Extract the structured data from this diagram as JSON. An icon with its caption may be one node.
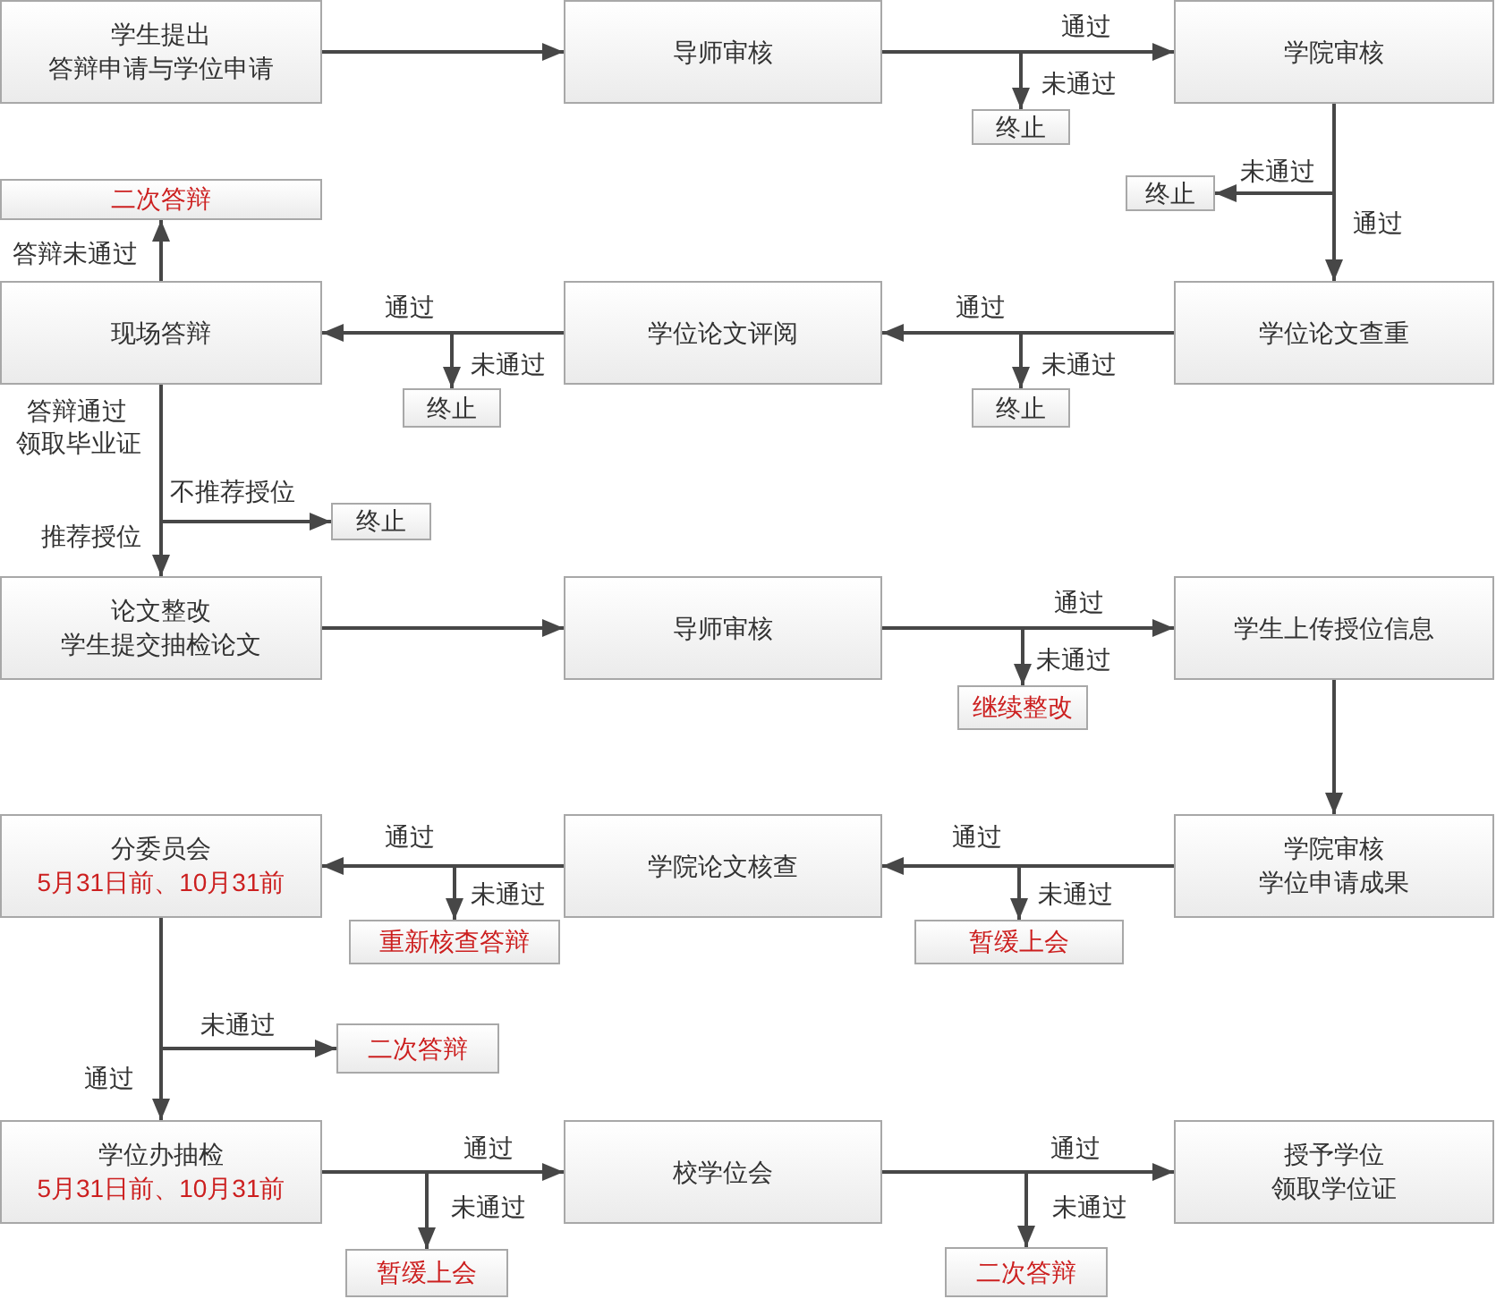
{
  "diagram": {
    "nodes": [
      {
        "text": [
          "学生提出",
          "答辩申请与学位申请"
        ]
      },
      {
        "text": [
          "导师审核"
        ]
      },
      {
        "text": [
          "学院审核"
        ]
      },
      {
        "text": [
          "终止"
        ]
      },
      {
        "text": [
          "二次答辩"
        ]
      },
      {
        "text": [
          "终止"
        ]
      },
      {
        "text": [
          "现场答辩"
        ]
      },
      {
        "text": [
          "学位论文评阅"
        ]
      },
      {
        "text": [
          "学位论文查重"
        ]
      },
      {
        "text": [
          "终止"
        ]
      },
      {
        "text": [
          "终止"
        ]
      },
      {
        "text": [
          "终止"
        ]
      },
      {
        "text": [
          "论文整改",
          "学生提交抽检论文"
        ]
      },
      {
        "text": [
          "导师审核"
        ]
      },
      {
        "text": [
          "学生上传授位信息"
        ]
      },
      {
        "text": [
          "继续整改"
        ]
      },
      {
        "text": [
          "分委员会",
          "5月31日前、10月31前"
        ]
      },
      {
        "text": [
          "学院论文核查"
        ]
      },
      {
        "text": [
          "学院审核",
          "学位申请成果"
        ]
      },
      {
        "text": [
          "重新核查答辩"
        ]
      },
      {
        "text": [
          "暂缓上会"
        ]
      },
      {
        "text": [
          "二次答辩"
        ]
      },
      {
        "text": [
          "学位办抽检",
          "5月31日前、10月31前"
        ]
      },
      {
        "text": [
          "校学位会"
        ]
      },
      {
        "text": [
          "授予学位",
          "领取学位证"
        ]
      },
      {
        "text": [
          "暂缓上会"
        ]
      },
      {
        "text": [
          "二次答辩"
        ]
      }
    ],
    "edges": [
      {
        "from": 0,
        "to": 1,
        "arrow": "to"
      },
      {
        "from": 1,
        "to": 2,
        "arrow": "to",
        "label": "通过"
      },
      {
        "from": 1,
        "to": 3,
        "arrow": "to",
        "label": "未通过"
      },
      {
        "from": 2,
        "to": 5,
        "arrow": "to",
        "label": "未通过"
      },
      {
        "from": 2,
        "to": 8,
        "arrow": "to",
        "label": "通过"
      },
      {
        "from": 8,
        "to": 7,
        "arrow": "to",
        "label": "通过"
      },
      {
        "from": 8,
        "to": 10,
        "arrow": "to",
        "label": "未通过"
      },
      {
        "from": 7,
        "to": 6,
        "arrow": "to",
        "label": "通过"
      },
      {
        "from": 7,
        "to": 9,
        "arrow": "to",
        "label": "未通过"
      },
      {
        "from": 6,
        "to": 4,
        "arrow": "to",
        "label": "答辩未通过"
      },
      {
        "from": 6,
        "to": 11,
        "arrow": "to",
        "label": "不推荐授位"
      },
      {
        "from": 6,
        "to": 12,
        "arrow": "to",
        "label": "推荐授位"
      },
      {
        "from": 12,
        "to": 13,
        "arrow": "to"
      },
      {
        "from": 13,
        "to": 14,
        "arrow": "to",
        "label": "通过"
      },
      {
        "from": 13,
        "to": 15,
        "arrow": "to",
        "label": "未通过"
      },
      {
        "from": 14,
        "to": 18,
        "arrow": "to"
      },
      {
        "from": 18,
        "to": 17,
        "arrow": "to",
        "label": "通过"
      },
      {
        "from": 18,
        "to": 20,
        "arrow": "to",
        "label": "未通过"
      },
      {
        "from": 17,
        "to": 16,
        "arrow": "to",
        "label": "通过"
      },
      {
        "from": 17,
        "to": 19,
        "arrow": "to",
        "label": "未通过"
      },
      {
        "from": 16,
        "to": 21,
        "arrow": "to",
        "label": "未通过"
      },
      {
        "from": 16,
        "to": 22,
        "arrow": "to",
        "label": "通过"
      },
      {
        "from": 22,
        "to": 23,
        "arrow": "to",
        "label": "通过"
      },
      {
        "from": 22,
        "to": 25,
        "arrow": "to",
        "label": "未通过"
      },
      {
        "from": 23,
        "to": 24,
        "arrow": "to",
        "label": "通过"
      },
      {
        "from": 23,
        "to": 26,
        "arrow": "to",
        "label": "未通过"
      }
    ],
    "labels": [
      "答辩通过",
      "领取毕业证"
    ]
  }
}
